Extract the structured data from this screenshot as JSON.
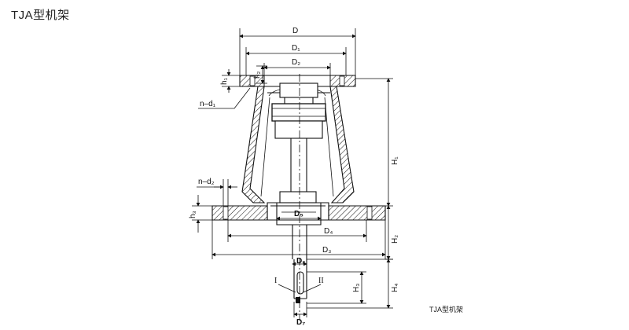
{
  "title": "TJA型机架",
  "caption": "TJA型机架",
  "labels": {
    "D": "D",
    "D1": "D₁",
    "D2": "D₂",
    "h2": "h₂",
    "h1": "h₁",
    "nd1": "n–d₁",
    "H1": "H₁",
    "nd2": "n–d₂",
    "h3": "h₃",
    "D5": "D₅",
    "D4": "D₄",
    "H2": "H₂",
    "D3": "D₃",
    "D6": "D₆",
    "sectionI": "I",
    "sectionII": "II",
    "H3": "H₃",
    "H4": "H₄",
    "D7": "D₇"
  }
}
